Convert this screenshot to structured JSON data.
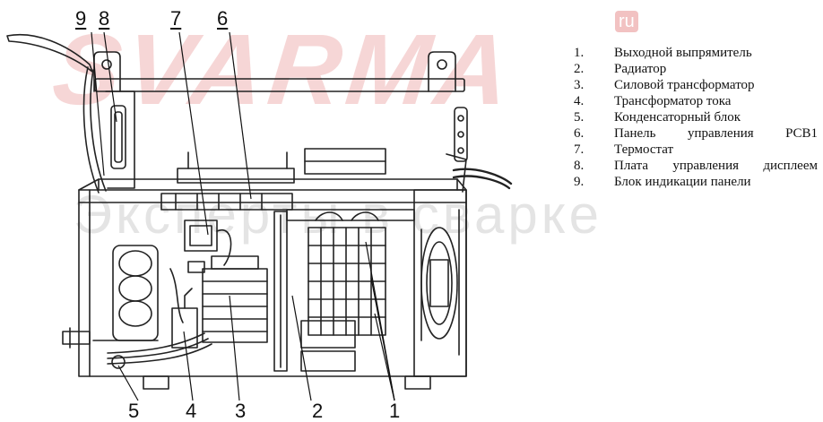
{
  "watermark": {
    "brand": "SVARMA",
    "superscript": "ru",
    "tagline": "Эксперты в сварке"
  },
  "callouts": {
    "top": [
      "9",
      "8",
      "7",
      "6"
    ],
    "bottom": [
      "5",
      "4",
      "3",
      "2",
      "1"
    ]
  },
  "legend": [
    {
      "number": "1.",
      "text": "Выходной выпрямитель"
    },
    {
      "number": "2.",
      "text": "Радиатор"
    },
    {
      "number": "3.",
      "text": "Силовой трансформатор"
    },
    {
      "number": "4.",
      "text": "Трансформатор тока"
    },
    {
      "number": "5.",
      "text": "Конденсаторный блок"
    },
    {
      "number": "6.",
      "text": "Панель управления PCB1"
    },
    {
      "number": "7.",
      "text": "Термостат"
    },
    {
      "number": "8.",
      "text": "Плата управления дисплеем"
    },
    {
      "number": "9.",
      "text": "Блок индикации панели"
    }
  ]
}
